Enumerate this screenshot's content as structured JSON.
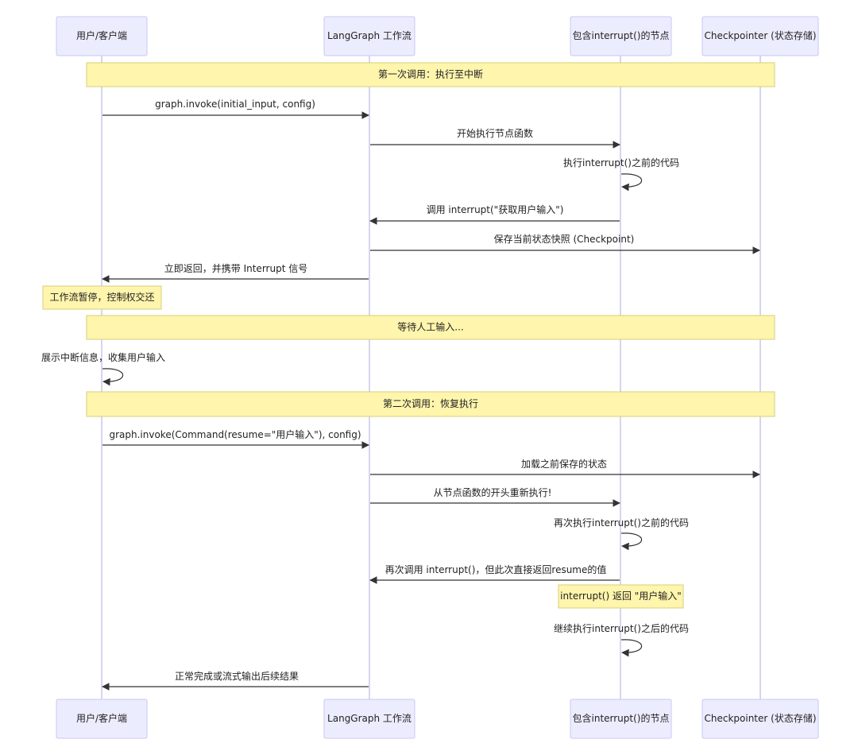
{
  "participants": [
    {
      "id": "user",
      "label": "用户/客户端"
    },
    {
      "id": "graph",
      "label": "LangGraph 工作流"
    },
    {
      "id": "node",
      "label": "包含interrupt()的节点"
    },
    {
      "id": "ckpt",
      "label": "Checkpointer (状态存储)"
    }
  ],
  "sections": {
    "first_call": "第一次调用：执行至中断",
    "waiting": "等待人工输入...",
    "second_call": "第二次调用：恢复执行"
  },
  "notes": {
    "paused": "工作流暂停，控制权交还",
    "interrupt_returns": "interrupt() 返回 \"用户输入\""
  },
  "messages": [
    {
      "from": "user",
      "to": "graph",
      "text": "graph.invoke(initial_input, config)"
    },
    {
      "from": "graph",
      "to": "node",
      "text": "开始执行节点函数"
    },
    {
      "from": "node",
      "to": "node",
      "text": "执行interrupt()之前的代码"
    },
    {
      "from": "node",
      "to": "graph",
      "text": "调用 interrupt(\"获取用户输入\")"
    },
    {
      "from": "graph",
      "to": "ckpt",
      "text": "保存当前状态快照 (Checkpoint)"
    },
    {
      "from": "graph",
      "to": "user",
      "text": "立即返回，并携带 Interrupt 信号"
    },
    {
      "from": "user",
      "to": "user",
      "text": "展示中断信息，收集用户输入"
    },
    {
      "from": "user",
      "to": "graph",
      "text": "graph.invoke(Command(resume=\"用户输入\"), config)"
    },
    {
      "from": "graph",
      "to": "ckpt",
      "text": "加载之前保存的状态"
    },
    {
      "from": "graph",
      "to": "node",
      "text": "从节点函数的开头重新执行!"
    },
    {
      "from": "node",
      "to": "node",
      "text": "再次执行interrupt()之前的代码"
    },
    {
      "from": "node",
      "to": "graph",
      "text": "再次调用 interrupt()，但此次直接返回resume的值"
    },
    {
      "from": "node",
      "to": "node",
      "text": "继续执行interrupt()之后的代码"
    },
    {
      "from": "graph",
      "to": "user",
      "text": "正常完成或流式输出后续结果"
    }
  ]
}
